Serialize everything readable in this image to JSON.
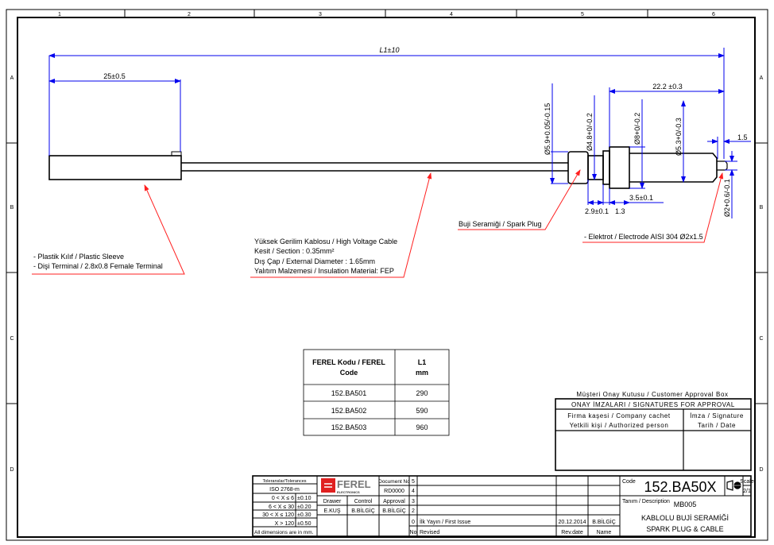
{
  "frame": {
    "zone_columns": [
      "1",
      "2",
      "3",
      "4",
      "5",
      "6"
    ],
    "zone_rows": [
      "A",
      "B",
      "C",
      "D"
    ]
  },
  "dimensions": {
    "overall_length": "L1±10",
    "sleeve_length": "25±0.5",
    "d_ceramic": "Ø5.9+0.05/-0.15",
    "d_neck": "Ø4.8+0/-0.2",
    "d_collar": "Ø8+0/-0.2",
    "d_shaft": "Ø5.3+0/-0.3",
    "d_tip": "Ø2+0.6/-0.1",
    "plug_length": "22.2 ±0.3",
    "tip_length": "1.5",
    "neck_length": "2.9±0.1",
    "ring_length": "1.3",
    "collar_length": "3.5±0.1"
  },
  "callouts": {
    "sleeve": [
      "- Plastik Kılıf / Plastic Sleeve",
      "- Dişi Terminal / 2.8x0.8 Female Terminal"
    ],
    "cable": [
      "Yüksek Gerilim Kablosu / High Voltage Cable",
      "Kesit / Section : 0.35mm²",
      "Dış Çap / External Diameter : 1.65mm",
      "Yalıtım Malzemesi / Insulation Material: FEP"
    ],
    "spark_plug": "Buji Seramiği / Spark Plug",
    "electrode": "- Elektrot / Electrode AISI 304 Ø2x1.5"
  },
  "variants_table": {
    "headers": [
      "FEREL Kodu / FEREL",
      "Code",
      "L1",
      "mm"
    ],
    "rows": [
      {
        "code": "152.BA501",
        "l1": "290"
      },
      {
        "code": "152.BA502",
        "l1": "590"
      },
      {
        "code": "152.BA503",
        "l1": "960"
      }
    ]
  },
  "approval_box": {
    "title": "Müşteri Onay Kutusu / Customer Approval Box",
    "signatures": "ONAY İMZALARI / SIGNATURES FOR APPROVAL",
    "company": "Firma kaşesi / Company cachet",
    "authorized": "Yetkili kişi / Authorized person",
    "signature": "İmza / Signature",
    "date": "Tarih / Date"
  },
  "title_block": {
    "tolerances_title": "Toleranslar/Tolerances",
    "iso": "ISO 2768-m",
    "tolerances": [
      {
        "range": "0 < X ≤ 6",
        "tol": "±0.10"
      },
      {
        "range": "6 < X ≤ 30",
        "tol": "±0.20"
      },
      {
        "range": "30 < X ≤ 120",
        "tol": "±0.30"
      },
      {
        "range": "X > 120",
        "tol": "±0.50"
      }
    ],
    "units_note": "All dimensions are in mm.",
    "logo_text": "FEREL",
    "logo_sub": "ELECTRONICS",
    "document_no_label": "Document No",
    "document_no": "RD0000",
    "drawer_label": "Drawer",
    "control_label": "Control",
    "approval_label": "Approval",
    "drawer": "E.KUŞ",
    "control": "B.BİLGİÇ",
    "approval": "B.BİLGİÇ",
    "revision_numbers": [
      "5",
      "4",
      "3",
      "2"
    ],
    "revision_0_no": "0",
    "revision_0_desc": "İlk Yayın / First Issue",
    "revision_0_date": "20.12.2014",
    "revision_0_name": "B.BİLGİÇ",
    "rev_no_header": "No",
    "rev_desc_header": "Revised",
    "rev_date_header": "Rev.date",
    "rev_name_header": "Name",
    "code_label": "Code",
    "code": "152.BA50X",
    "scale_label": "Scale",
    "scale": "2/1",
    "description_label": "Tanım / Description",
    "desc_line1": "MB005",
    "desc_line2": "KABLOLU BUJİ SERAMİĞİ",
    "desc_line3": "SPARK PLUG & CABLE"
  }
}
